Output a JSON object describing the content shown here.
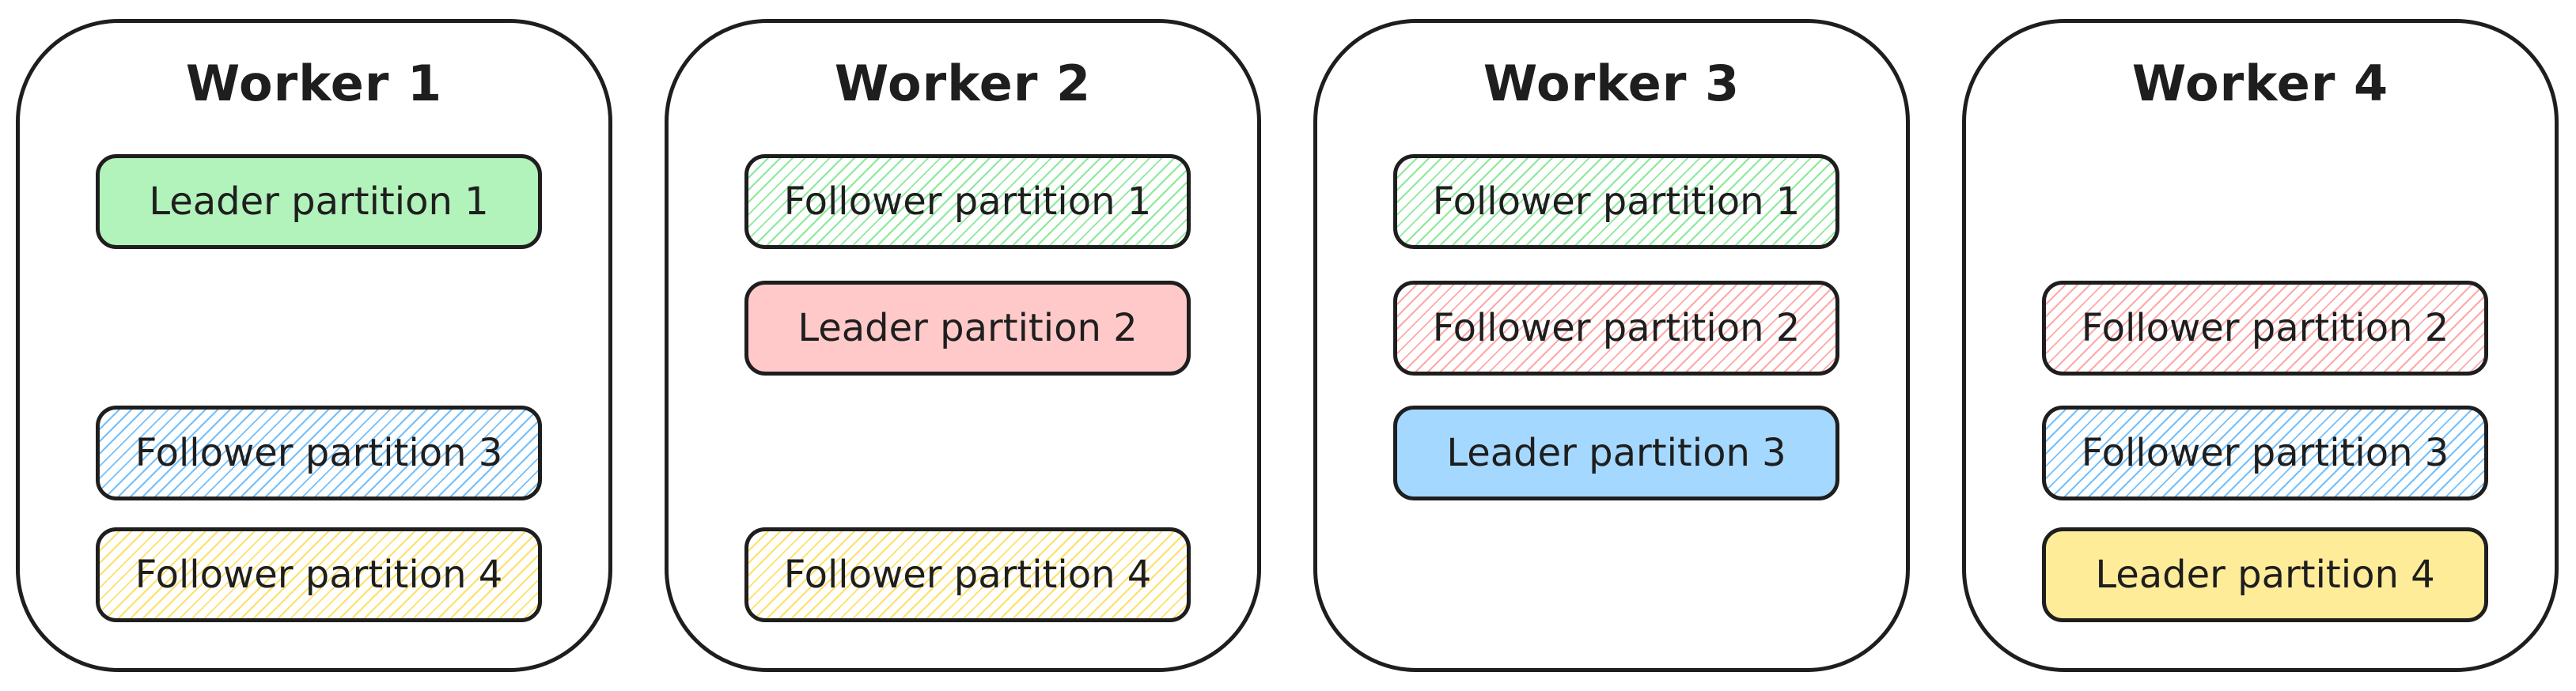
{
  "workers": [
    {
      "title": "Worker 1",
      "partitions": [
        {
          "slot": 1,
          "label": "Leader partition 1",
          "role": "leader",
          "partition": 1
        },
        {
          "slot": 3,
          "label": "Follower partition 3",
          "role": "follower",
          "partition": 3
        },
        {
          "slot": 4,
          "label": "Follower partition 4",
          "role": "follower",
          "partition": 4
        }
      ]
    },
    {
      "title": "Worker 2",
      "partitions": [
        {
          "slot": 1,
          "label": "Follower partition 1",
          "role": "follower",
          "partition": 1
        },
        {
          "slot": 2,
          "label": "Leader partition 2",
          "role": "leader",
          "partition": 2
        },
        {
          "slot": 4,
          "label": "Follower partition 4",
          "role": "follower",
          "partition": 4
        }
      ]
    },
    {
      "title": "Worker 3",
      "partitions": [
        {
          "slot": 1,
          "label": "Follower partition 1",
          "role": "follower",
          "partition": 1
        },
        {
          "slot": 2,
          "label": "Follower partition 2",
          "role": "follower",
          "partition": 2
        },
        {
          "slot": 3,
          "label": "Leader partition 3",
          "role": "leader",
          "partition": 3
        }
      ]
    },
    {
      "title": "Worker 4",
      "partitions": [
        {
          "slot": 2,
          "label": "Follower partition 2",
          "role": "follower",
          "partition": 2
        },
        {
          "slot": 3,
          "label": "Follower partition 3",
          "role": "follower",
          "partition": 3
        },
        {
          "slot": 4,
          "label": "Leader partition 4",
          "role": "leader",
          "partition": 4
        }
      ]
    }
  ],
  "partition_colors": {
    "1": {
      "fill": "#b2f2bb",
      "hatch": "#8ce99a"
    },
    "2": {
      "fill": "#ffc9c9",
      "hatch": "#ffa8a8"
    },
    "3": {
      "fill": "#a5d8ff",
      "hatch": "#74c0fc"
    },
    "4": {
      "fill": "#ffec99",
      "hatch": "#ffe066"
    }
  },
  "stroke_color": "#1e1e1e"
}
